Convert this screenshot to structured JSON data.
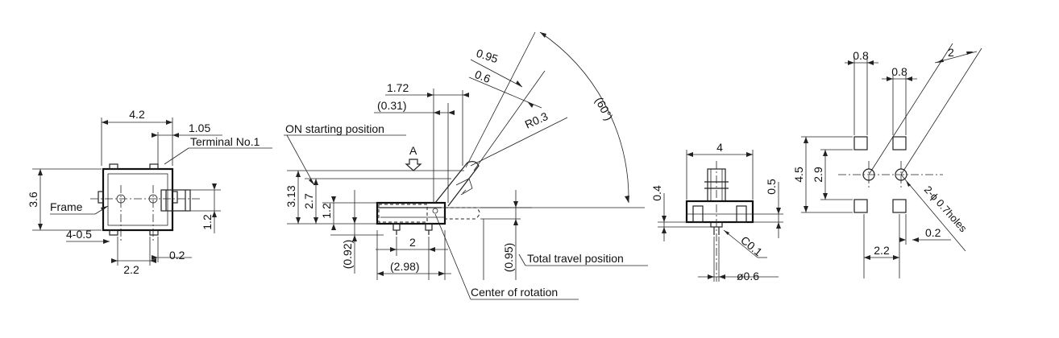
{
  "front": {
    "width": "4.2",
    "terminal_offset": "1.05",
    "terminal_label": "Terminal No.1",
    "height": "3.6",
    "frame_label": "Frame",
    "terminals": "4-0.5",
    "pitch": "2.2",
    "offset": "0.2",
    "lever_height": "1.2"
  },
  "side": {
    "dim_172": "1.72",
    "dim_031": "(0.31)",
    "on_label": "ON starting position",
    "view_a": "A",
    "dim_313": "3.13",
    "dim_27": "2.7",
    "dim_12": "1.2",
    "dim_092": "(0.92)",
    "dim_2": "2",
    "dim_298": "(2.98)",
    "center_label": "Center of rotation",
    "dim_095_lower": "(0.95)",
    "travel_label": "Total travel position",
    "dim_095": "0.95",
    "dim_06": "0.6",
    "radius": "R0.3",
    "angle": "(60°)"
  },
  "end": {
    "width": "4",
    "dim_04": "0.4",
    "dim_05": "0.5",
    "chamfer": "C0.1",
    "diameter": "ø0.6"
  },
  "pcb": {
    "pad_w1": "0.8",
    "pad_w2": "0.8",
    "slant": "2",
    "height": "4.5",
    "pitch_v": "2.9",
    "holes": "2-ϕ 0.7holes",
    "dim_02": "0.2",
    "dim_22": "2.2"
  }
}
